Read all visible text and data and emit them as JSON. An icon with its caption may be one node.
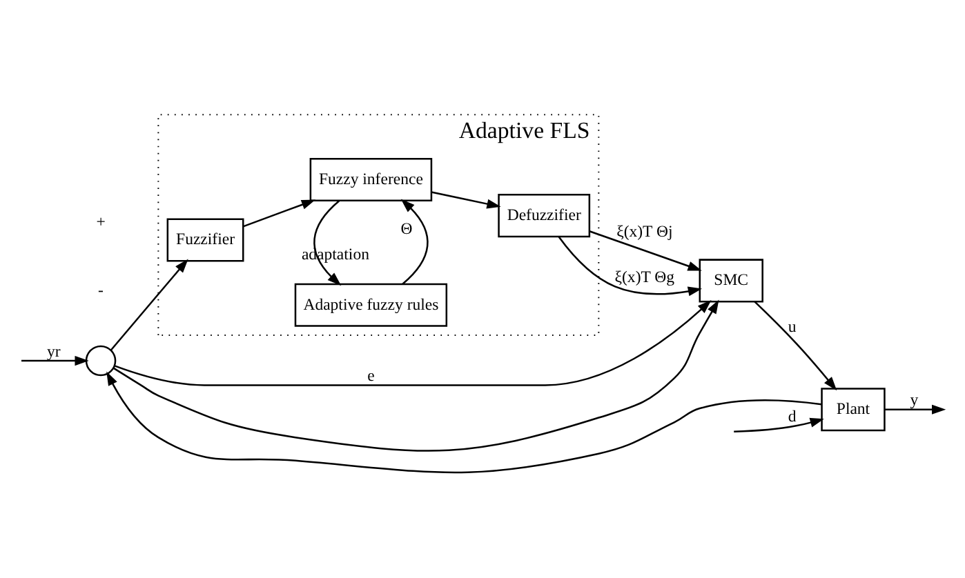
{
  "diagram": {
    "nodes": [
      {
        "text": [
          "Adaptive FLS"
        ]
      },
      {
        "text": [
          "Adaptive fuzzy rules"
        ],
        "in": 0
      },
      {
        "text": [
          "Fuzzifier"
        ],
        "in": 0
      },
      {
        "text": [
          "Fuzzy inference"
        ],
        "in": 0
      },
      {
        "text": [
          "Defuzzifier"
        ],
        "in": 0
      },
      {
        "text": [],
        "shape": "circle"
      },
      {
        "text": [
          "SMC"
        ]
      },
      {
        "text": [
          "Plant"
        ]
      }
    ],
    "edges": [
      {
        "from": null,
        "to": 5,
        "arrow": "to",
        "label": "yr"
      },
      {
        "from": 5,
        "to": 2,
        "arrow": "to"
      },
      {
        "from": 5,
        "to": 6,
        "arrow": "to",
        "label": "e"
      },
      {
        "from": 5,
        "to": 6,
        "arrow": "to"
      },
      {
        "from": 2,
        "to": 3,
        "arrow": "to"
      },
      {
        "from": 1,
        "to": 3,
        "arrow": "to",
        "label": "Θ"
      },
      {
        "from": 3,
        "to": 1,
        "arrow": "to",
        "label": "adaptation"
      },
      {
        "from": 3,
        "to": 4,
        "arrow": "to"
      },
      {
        "from": 4,
        "to": 6,
        "arrow": "to",
        "label": "ξ(x)T Θj"
      },
      {
        "from": 4,
        "to": 6,
        "arrow": "to",
        "label": "ξ(x)T Θg"
      },
      {
        "from": null,
        "to": 7,
        "arrow": "to",
        "label": "d"
      },
      {
        "from": 6,
        "to": 7,
        "arrow": "to",
        "label": "u"
      },
      {
        "from": 7,
        "to": null,
        "arrow": "to",
        "label": "y"
      },
      {
        "from": 7,
        "to": 5,
        "arrow": "to"
      }
    ],
    "labels": [
      "-",
      "+"
    ]
  }
}
